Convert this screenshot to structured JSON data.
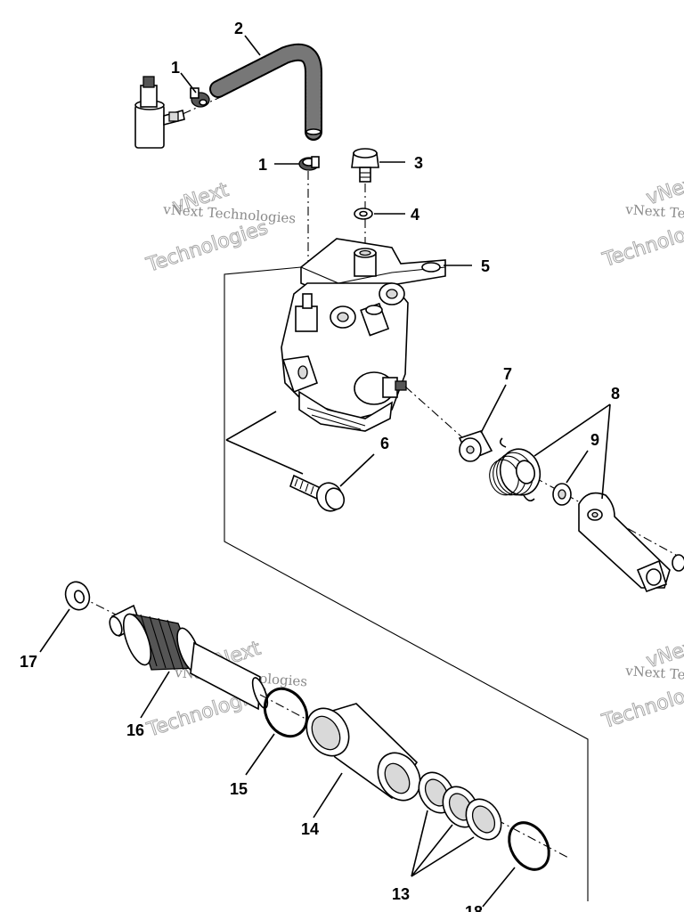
{
  "callouts": {
    "c1a": "1",
    "c1b": "1",
    "c2": "2",
    "c3": "3",
    "c4": "4",
    "c5": "5",
    "c6": "6",
    "c7": "7",
    "c8": "8",
    "c9": "9",
    "c13": "13",
    "c14": "14",
    "c15": "15",
    "c16": "16",
    "c17": "17",
    "c18": "18"
  },
  "watermark": {
    "top_left": "vNext Technologies",
    "top_right": "vNext Te",
    "bottom_center": "vNext Technologies",
    "bottom_right": "vNext Te"
  }
}
